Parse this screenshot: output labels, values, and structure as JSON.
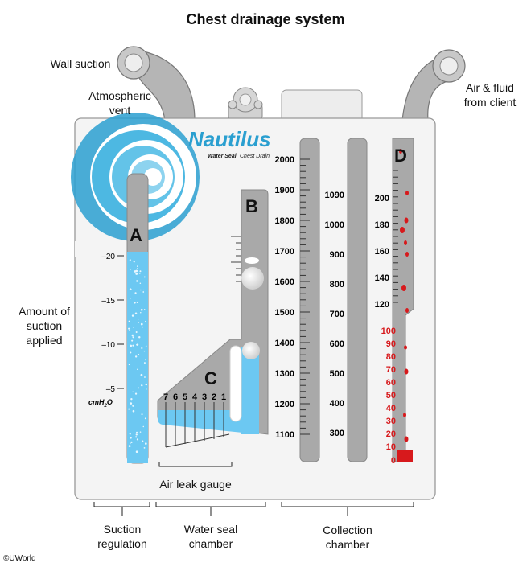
{
  "title": "Chest drainage system",
  "labels": {
    "wall_suction": "Wall suction",
    "atmospheric_vent": "Atmospheric vent",
    "air_fluid": "Air & fluid from client",
    "amount_suction": "Amount of suction applied",
    "air_leak_gauge": "Air leak gauge",
    "suction_regulation": "Suction regulation",
    "water_seal_chamber": "Water seal chamber",
    "collection_chamber": "Collection chamber",
    "copyright": "©UWorld"
  },
  "brand": {
    "name": "Nautilus",
    "tagline_a": "Water Seal",
    "tagline_b": "Chest Drain"
  },
  "columns": {
    "a": "A",
    "b": "B",
    "c": "C",
    "d": "D"
  },
  "scale_a": {
    "ticks": [
      "–20",
      "–15",
      "–10",
      "–5"
    ],
    "unit": "cmH2O"
  },
  "leak_gauge_numbers": [
    "7",
    "6",
    "5",
    "4",
    "3",
    "2",
    "1"
  ],
  "scale_collection_left": [
    "2000",
    "1900",
    "1800",
    "1700",
    "1600",
    "1500",
    "1400",
    "1300",
    "1200",
    "1100"
  ],
  "scale_collection_mid": [
    "1090",
    "1000",
    "900",
    "800",
    "700",
    "600",
    "500",
    "400",
    "300"
  ],
  "scale_d_upper": [
    "200",
    "180",
    "160",
    "140",
    "120"
  ],
  "scale_d_lower": [
    "100",
    "90",
    "80",
    "70",
    "60",
    "50",
    "40",
    "30",
    "20",
    "10",
    "0"
  ],
  "colors": {
    "water": "#6cc8f2",
    "tube": "#a9a9a9",
    "panel": "#f4f4f4",
    "red_scale": "#d7191c",
    "logo": "#2a9fd0"
  }
}
